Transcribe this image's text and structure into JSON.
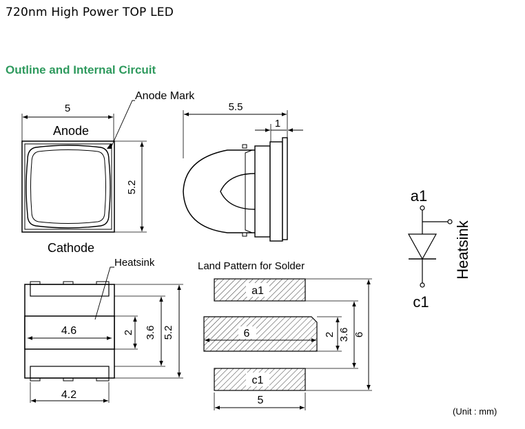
{
  "title": "720nm High Power TOP LED",
  "section_heading": "Outline and Internal Circuit",
  "labels": {
    "anode_mark": "Anode Mark",
    "anode": "Anode",
    "cathode": "Cathode",
    "heatsink_callout": "Heatsink",
    "land_pattern": "Land Pattern for Solder",
    "pad_a1": "a1",
    "pad_6": "6",
    "pad_c1": "c1",
    "circuit_a1": "a1",
    "circuit_c1": "c1",
    "circuit_heatsink": "Heatsink",
    "unit": "(Unit : mm)"
  },
  "dimensions": {
    "top_width": "5",
    "top_height": "5.2",
    "side_length": "5.5",
    "side_thickness": "1",
    "bottom_heatsink_width": "4.6",
    "bottom_width": "4.2",
    "bottom_h1": "2",
    "bottom_h2": "3.6",
    "bottom_h3": "5.2",
    "land_h1": "2",
    "land_h2": "3.6",
    "land_h3": "6",
    "land_width": "5"
  }
}
